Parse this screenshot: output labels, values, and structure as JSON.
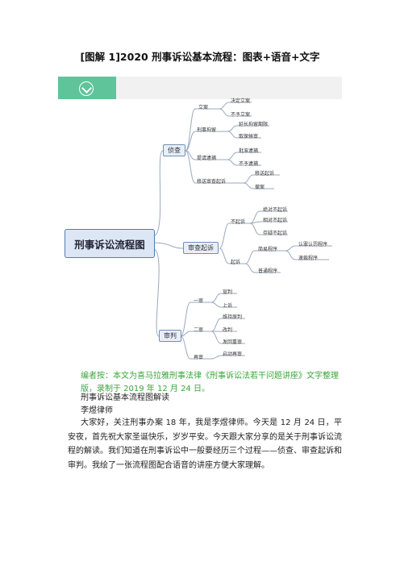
{
  "title": "[图解 1]2020 刑事诉讼基本流程：图表+语音+文字",
  "mindmap": {
    "central": "刑事诉讼流程图",
    "branches": {
      "zhencha": "侦查",
      "shencha": "审查起诉",
      "shenpan": "审判"
    },
    "zhencha_items": {
      "lian": "立案",
      "lian_1": "决定立案",
      "lian_2": "不予立案",
      "juliu": "刑事拘留",
      "juliu_1": "延长拘留期限",
      "juliu_2": "取保候审",
      "daibu": "提请逮捕",
      "daibu_1": "批准逮捕",
      "daibu_2": "不予逮捕",
      "yisong": "移送审查起诉",
      "yisong_1": "移送起诉",
      "yisong_2": "撤案"
    },
    "shencha_items": {
      "buqisu": "不起诉",
      "buqisu_1": "绝对不起诉",
      "buqisu_2": "相对不起诉",
      "buqisu_3": "存疑不起诉",
      "qisu": "起诉",
      "jianyi": "简易程序",
      "jianyi_1": "认罪认罚程序",
      "jianyi_2": "速裁程序",
      "putong": "普通程序"
    },
    "shenpan_items": {
      "yishen": "一审",
      "yishen_1": "宣判",
      "yishen_2": "上诉",
      "ershen": "二审",
      "ershen_1": "维持原判",
      "ershen_2": "改判",
      "ershen_3": "发回重审",
      "zaishen": "再审",
      "zaishen_1": "启动再审"
    }
  },
  "editor_note": "编者按：本文为喜马拉雅刑事法律《刑事诉讼法若干问题讲座》文字整理版，录制于 2019 年 12 月 24 日。",
  "subtitle": "刑事诉讼基本流程图解读",
  "author": "李煜律师",
  "body": "大家好，关注刑事办案 18 年，我是李煜律师。今天是 12 月 24 日，平安夜，首先祝大家圣诞快乐，岁岁平安。今天跟大家分享的是关于刑事诉讼流程的解读。我们知道在刑事诉讼中一般要经历三个过程——侦查、审查起诉和审判。我绘了一张流程图配合语音的讲座方便大家理解。"
}
